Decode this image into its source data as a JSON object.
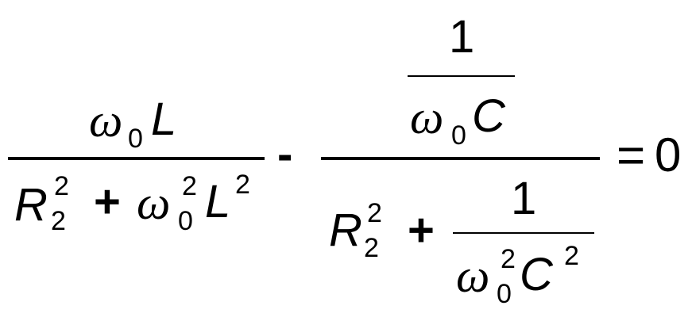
{
  "equation": {
    "term1": {
      "numerator": {
        "omega": "ω",
        "zero": "0",
        "L": "L"
      },
      "denominator": {
        "R": "R",
        "sup": "2",
        "sub": "2",
        "plus": "+",
        "omega": "ω",
        "omega_sup": "2",
        "omega_sub": "0",
        "L": "L",
        "L_sup": "2"
      }
    },
    "minus": "-",
    "term2": {
      "numerator": {
        "one": "1",
        "omega": "ω",
        "zero": "0",
        "C": "C"
      },
      "denominator": {
        "R": "R",
        "sup": "2",
        "sub": "2",
        "plus": "+",
        "one": "1",
        "omega": "ω",
        "omega_sup": "2",
        "omega_sub": "0",
        "C": "C",
        "C_sup": "2"
      }
    },
    "equals": "=",
    "rhs": "0"
  }
}
